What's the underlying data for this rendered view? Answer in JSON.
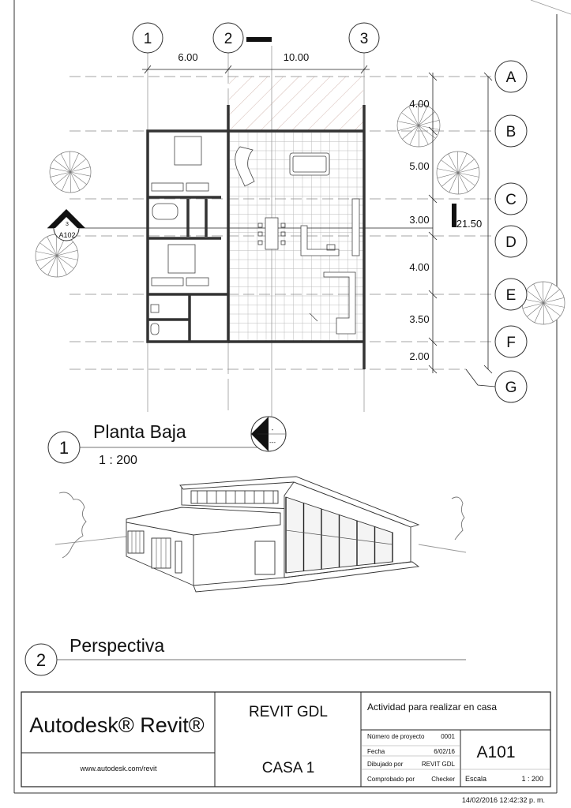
{
  "sheet": {
    "number": "A101",
    "timestamp": "14/02/2016 12:42:32 p. m."
  },
  "plan": {
    "view_number": "1",
    "title": "Planta Baja",
    "scale": "1 : 200",
    "grid_columns": [
      {
        "label": "1"
      },
      {
        "label": "2"
      },
      {
        "label": "3"
      }
    ],
    "grid_rows": [
      {
        "label": "A"
      },
      {
        "label": "B"
      },
      {
        "label": "C"
      },
      {
        "label": "D"
      },
      {
        "label": "E"
      },
      {
        "label": "F"
      },
      {
        "label": "G"
      }
    ],
    "column_dimensions": [
      "6.00",
      "10.00"
    ],
    "row_dimensions": [
      "4.00",
      "5.00",
      "3.00",
      "4.00",
      "3.50",
      "2.00"
    ],
    "total_dimension": "21.50",
    "section_marker": {
      "number": "3",
      "sheet": "A102"
    },
    "elevation_marker": {
      "number": "-",
      "sheet": "---"
    }
  },
  "perspective": {
    "view_number": "2",
    "title": "Perspectiva"
  },
  "title_block": {
    "logo": "Autodesk® Revit®",
    "website": "www.autodesk.com/revit",
    "company": "REVIT GDL",
    "project_name": "CASA 1",
    "description": "Actividad para realizar en casa",
    "fields": [
      {
        "label": "Número de proyecto",
        "value": "0001"
      },
      {
        "label": "Fecha",
        "value": "6/02/16"
      },
      {
        "label": "Dibujado por",
        "value": "REVIT GDL"
      },
      {
        "label": "Comprobado por",
        "value": "Checker"
      }
    ],
    "scale_label": "Escala",
    "scale_value": "1 : 200"
  }
}
